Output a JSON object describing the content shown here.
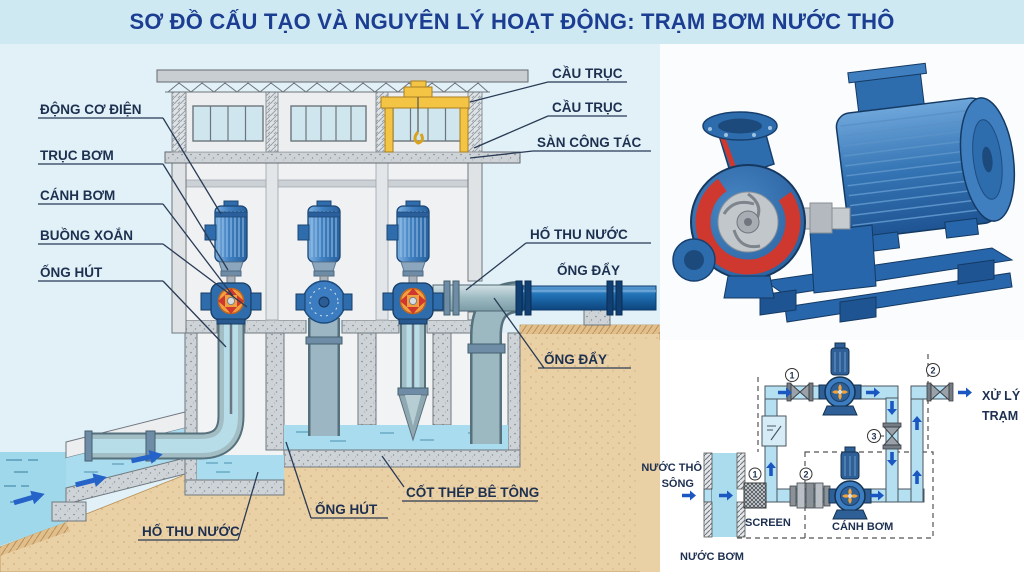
{
  "title": "SƠ ĐỒ CẤU TẠO VÀ NGUYÊN LÝ HOẠT ĐỘNG: TRẠM BƠM NƯỚC THÔ",
  "colors": {
    "title_bg": "#cfe9f2",
    "title_text": "#1c3e92",
    "label_text": "#1d3050",
    "sky": "#e1f1f7",
    "water": "#a9dcee",
    "sand": "#ead0a5",
    "concrete": "#cdd3d7",
    "pump_blue": "#2f6cab",
    "discharge_pipe_blue": "#1565ae",
    "crane_yellow": "#f4c445",
    "volute_orange": "#f2a03f",
    "cutaway_red": "#ce382e",
    "arrow_blue": "#2563c9"
  },
  "labels": {
    "dong_co_dien": "ĐỘNG CƠ ĐIỆN",
    "truc_bom": "TRỤC BƠM",
    "canh_bom": "CÁNH BƠM",
    "buong_xoan": "BUỒNG XOẮN",
    "ong_hut": "ỐNG HÚT",
    "cau_truc_1": "CẦU TRỤC",
    "cau_truc_2": "CẦU TRỤC",
    "san_cong_tac": "SÀN CÔNG TÁC",
    "ho_thu_nuoc_right": "HỐ THU NƯỚC",
    "ong_day_top": "ỐNG ĐẨY",
    "ong_day_bottom": "ỐNG ĐẨY",
    "ho_thu_nuoc_bottom": "HỐ THU NƯỚC",
    "ong_hut_bottom": "ỐNG HÚT",
    "cot_thep_be_tong": "CỐT THÉP BÊ TÔNG"
  },
  "schematic": {
    "inlet_line1": "NƯỚC THÔ",
    "inlet_line2": "SÔNG",
    "screen": "SCREEN",
    "nuoc_bom": "NƯỚC BƠM",
    "canh_bom": "CÁNH BƠM",
    "outlet_line1": "XỬ LÝ",
    "outlet_line2": "TRẠM",
    "valve1_num": "1",
    "valve2_num": "2",
    "valve3_num": "3",
    "screen_num": "1",
    "coupling_num": "2"
  }
}
